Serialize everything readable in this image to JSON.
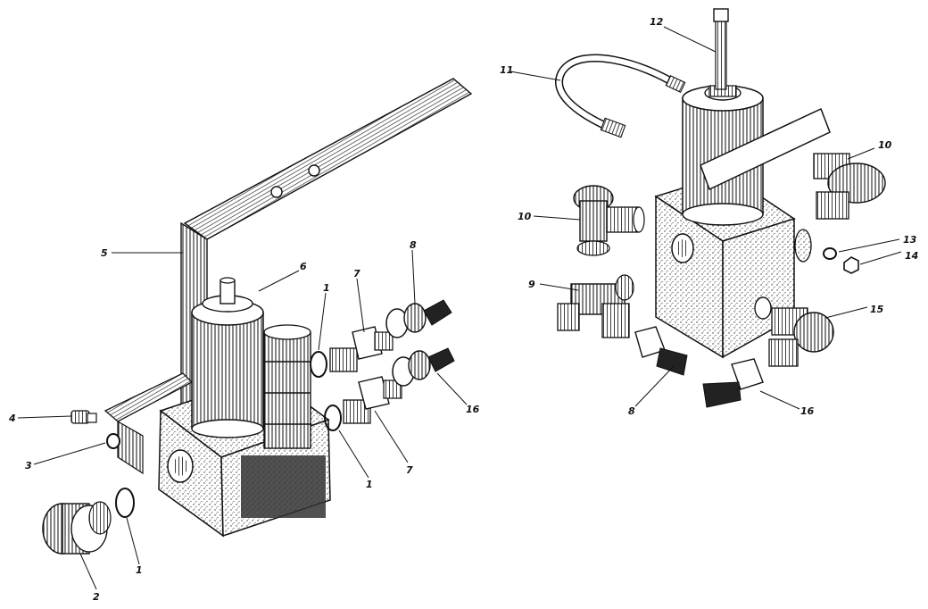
{
  "diagram": {
    "type": "exploded-parts-drawing",
    "left_assembly": {
      "callouts": [
        {
          "id": "c4",
          "label": "4"
        },
        {
          "id": "c3",
          "label": "3"
        },
        {
          "id": "c2",
          "label": "2"
        },
        {
          "id": "c1a",
          "label": "1"
        },
        {
          "id": "c5",
          "label": "5"
        },
        {
          "id": "c6",
          "label": "6"
        },
        {
          "id": "c1b",
          "label": "1"
        },
        {
          "id": "c7a",
          "label": "7"
        },
        {
          "id": "c8",
          "label": "8"
        },
        {
          "id": "c16",
          "label": "16"
        },
        {
          "id": "c7b",
          "label": "7"
        },
        {
          "id": "c1c",
          "label": "1"
        }
      ]
    },
    "right_assembly": {
      "callouts": [
        {
          "id": "c12",
          "label": "12"
        },
        {
          "id": "c11",
          "label": "11"
        },
        {
          "id": "c10a",
          "label": "10"
        },
        {
          "id": "c10b",
          "label": "10"
        },
        {
          "id": "c13",
          "label": "13"
        },
        {
          "id": "c14",
          "label": "14"
        },
        {
          "id": "c9",
          "label": "9"
        },
        {
          "id": "c15",
          "label": "15"
        },
        {
          "id": "c8b",
          "label": "8"
        },
        {
          "id": "c16b",
          "label": "16"
        }
      ]
    }
  }
}
